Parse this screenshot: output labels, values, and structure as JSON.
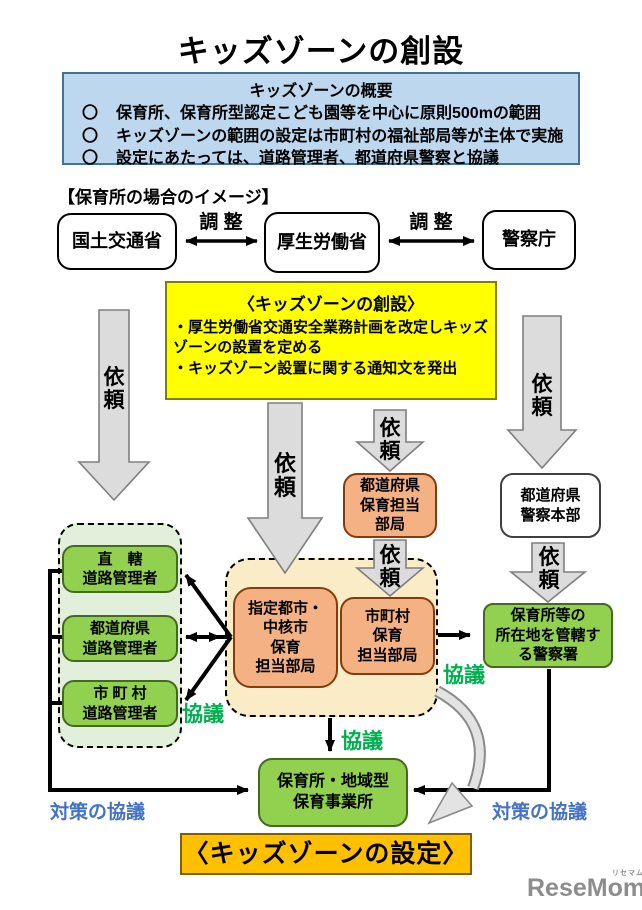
{
  "page": {
    "title": "キッズゾーンの創設",
    "section_label": "【保育所の場合のイメージ】"
  },
  "overview": {
    "title": "キッズゾーンの概要",
    "marker": "〇",
    "bullets": [
      "保育所、保育所型認定こども園等を中心に原則500mの範囲",
      "キッズゾーンの範囲の設定は市町村の福祉部局等が主体で実施",
      "設定にあたっては、道路管理者、都道府県警察と協議"
    ]
  },
  "ministries": {
    "mlit": "国土交通省",
    "mhlw": "厚生労働省",
    "npa": "警察庁"
  },
  "relations": {
    "coordination": "調 整",
    "request": "依頼",
    "consultation": "協議",
    "measures_consultation": "対策の協議"
  },
  "creation_box": {
    "title": "〈キッズゾーンの創設〉",
    "bullets": [
      "・厚生労働省交通安全業務計画を改定しキッズゾーンの設置を定める",
      "・キッズゾーン設置に関する通知文を発出"
    ]
  },
  "nodes": {
    "prefectural_childcare_bureau": "都道府県\n保育担当\n部局",
    "prefectural_police_hq": "都道府県\n警察本部",
    "designated_city_childcare_bureau": "指定都市・\n中核市\n保育\n担当部局",
    "municipal_childcare_bureau": "市町村\n保育\n担当部局",
    "road_managers": [
      "直　轄\n道路管理者",
      "都道府県\n道路管理者",
      "市 町 村\n道路管理者"
    ],
    "police_station": "保育所等の\n所在地を管轄す\nる警察署",
    "nursery": "保育所・地域型\n保育事業所",
    "kids_zone_setting": "〈キッズゾーンの設定〉"
  },
  "colors": {
    "overview_fill": "#BDD7EE",
    "creation_fill": "#FFFF00",
    "node_green": "#92D050",
    "node_orange": "#F4B183",
    "zone_cream": "#FBECC8",
    "zone_light_green": "#E2EFDA",
    "setting_fill": "#FFC000",
    "consult_green": "#00B050",
    "measures_blue": "#4472C4",
    "arrow_gray": "#DCDCDC"
  },
  "logo": {
    "text": "ReseMom.",
    "ruby": "リセマム"
  }
}
